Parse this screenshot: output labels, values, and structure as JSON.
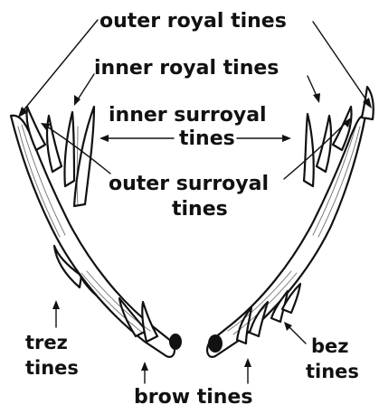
{
  "labels": {
    "outer_royal_tines": "outer royal tines",
    "inner_royal_tines": "inner royal tines",
    "inner_surroyal_line1": "inner surroyal",
    "inner_surroyal_line2": "tines",
    "outer_surroyal_line1": "outer surroyal",
    "outer_surroyal_line2": "tines",
    "trez_line1": "trez",
    "trez_line2": "tines",
    "bez_line1": "bez",
    "bez_line2": "tines",
    "brow_tines": "brow tines"
  },
  "colors": {
    "ink": "#111111",
    "background": "#ffffff"
  }
}
